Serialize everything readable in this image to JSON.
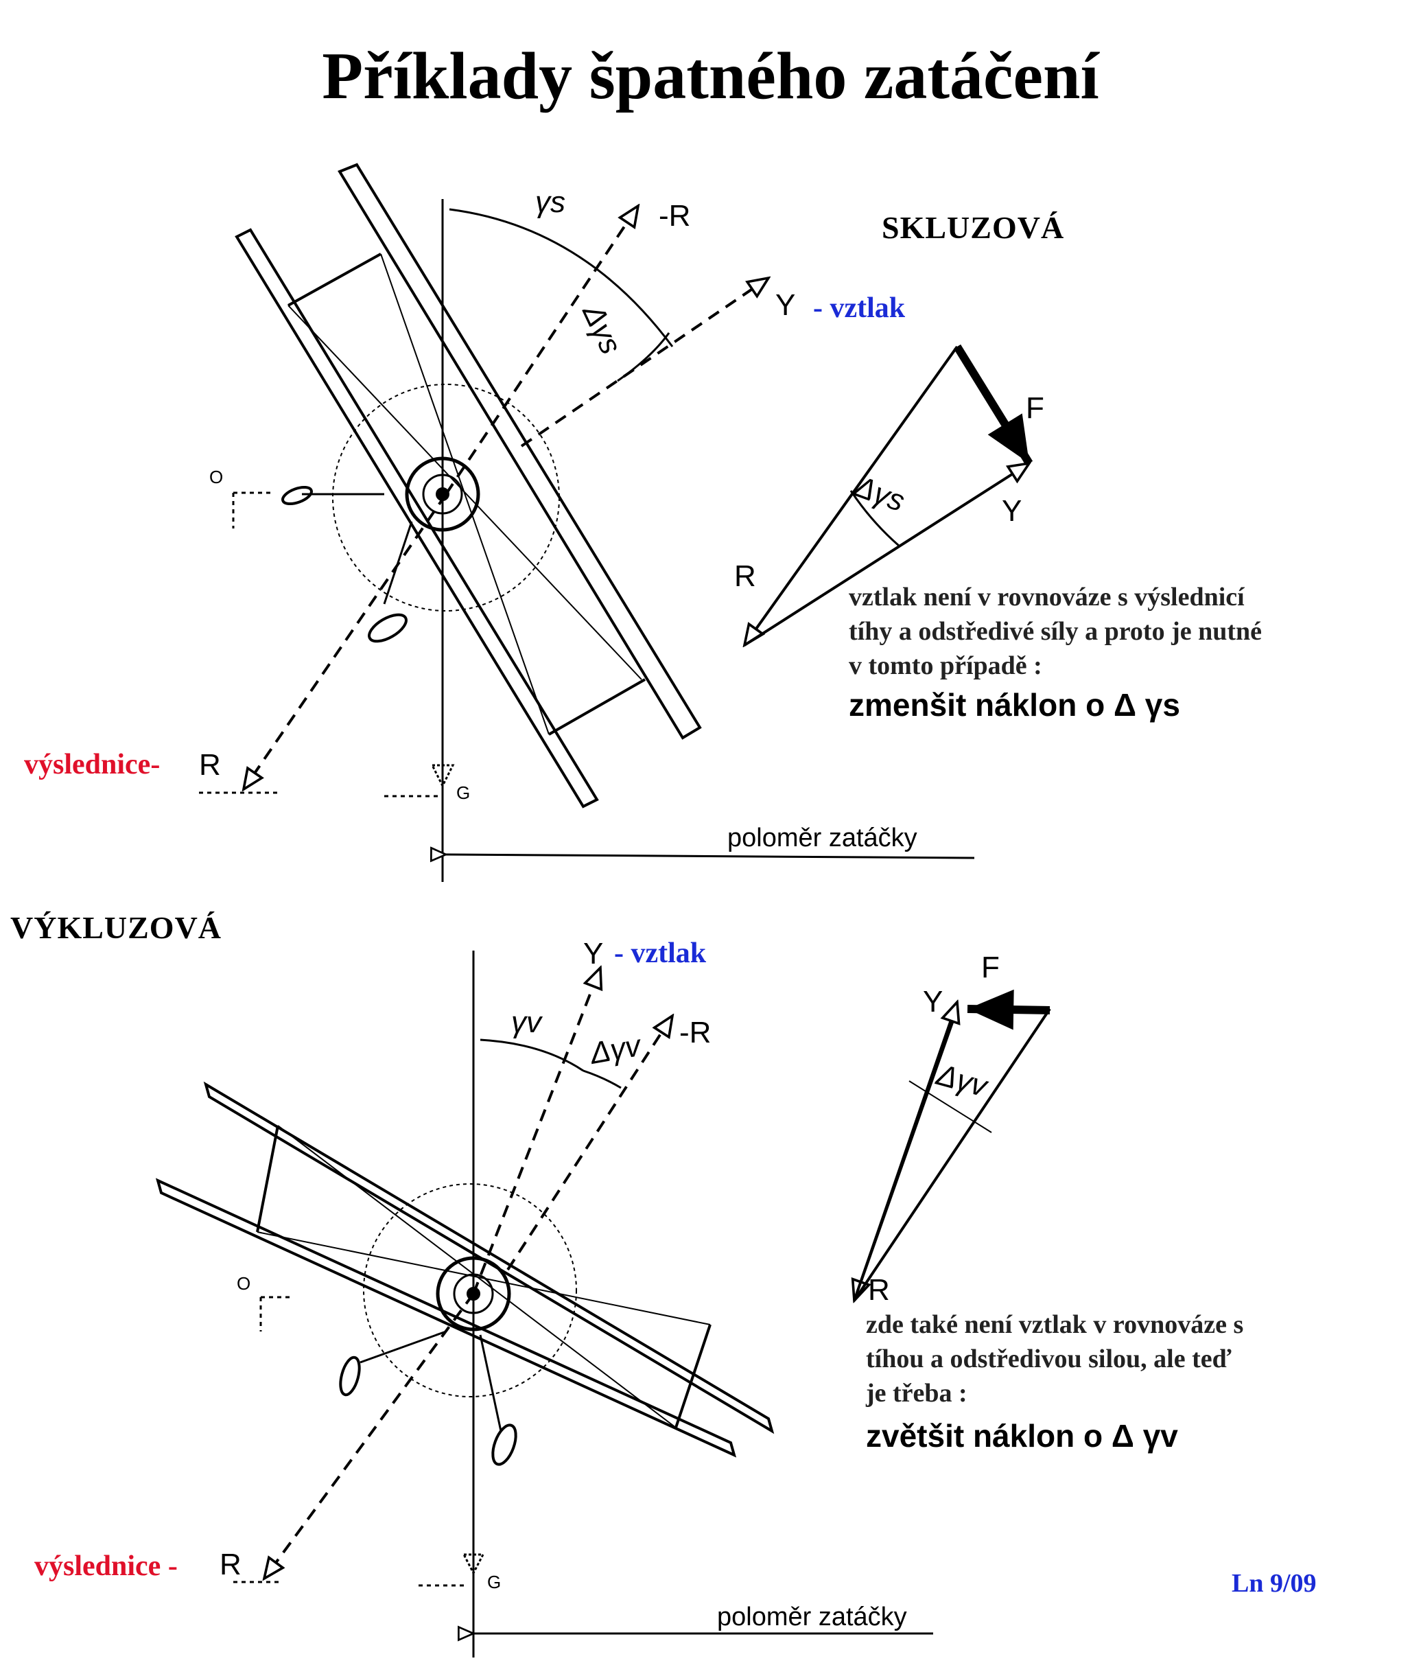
{
  "title": "Příklady  špatného  zatáčení",
  "top": {
    "heading": "SKLUZOVÁ",
    "lift_label": "-  vztlak",
    "result_label": "výslednice-",
    "angle_label": "γs",
    "delta_label": "Δγs",
    "vector_R": "R",
    "vector_minusR": "-R",
    "vector_Y": "Y",
    "vector_F": "F",
    "point_O": "O",
    "point_G": "G",
    "radius_label": "poloměr zatáčky",
    "desc_lines": [
      "vztlak není v rovnováze s výslednicí",
      "tíhy a odstředivé síly a proto je nutné",
      "v tomto případě :"
    ],
    "action": "zmenšit náklon o Δ γs"
  },
  "bottom": {
    "heading": "VÝKLUZOVÁ",
    "lift_label": "-  vztlak",
    "result_label": "výslednice -",
    "angle_label": "γv",
    "delta_label": "Δγv",
    "vector_R": "R",
    "vector_minusR": "-R",
    "vector_Y": "Y",
    "vector_F": "F",
    "point_O": "O",
    "point_G": "G",
    "radius_label": "poloměr zatáčky",
    "desc_lines": [
      "zde také není vztlak  v rovnováze s",
      " tíhou a odstředivou silou, ale teď",
      "je třeba :"
    ],
    "action": "zvětšit náklon o Δ γv"
  },
  "footer": "Ln 9/09"
}
